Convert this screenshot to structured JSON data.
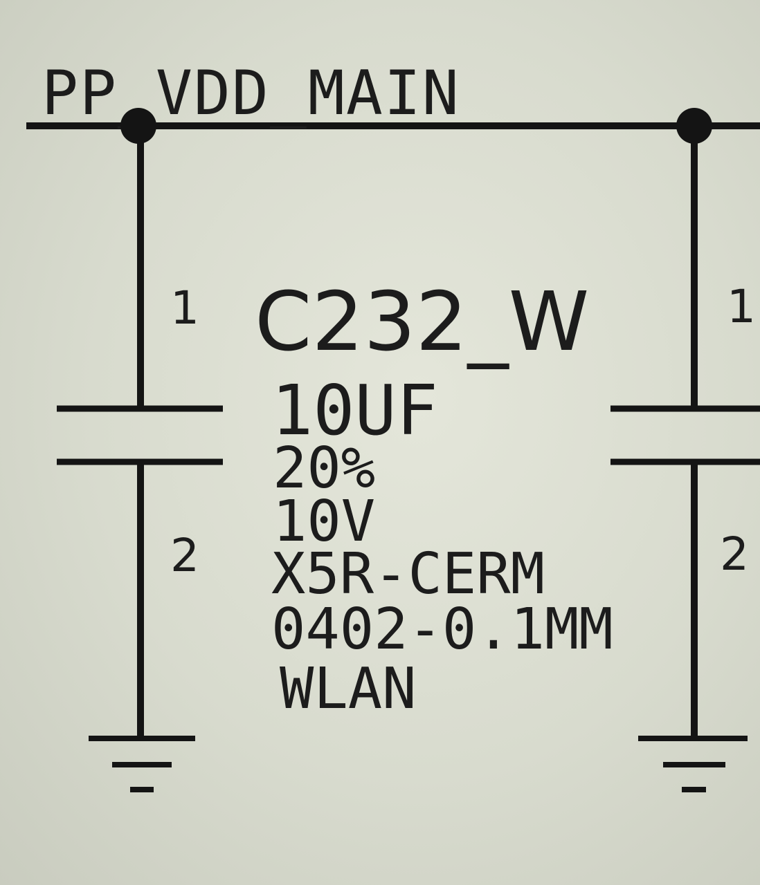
{
  "net": {
    "name": "PP_VDD_MAIN"
  },
  "component": {
    "refdes": "C232_W",
    "value": "10UF",
    "tolerance": "20%",
    "voltage": "10V",
    "dielectric": "X5R-CERM",
    "package": "0402-0.1MM",
    "group": "WLAN"
  },
  "pins": {
    "left_top": "1",
    "left_bottom": "2",
    "right_top": "1",
    "right_bottom": "2"
  }
}
